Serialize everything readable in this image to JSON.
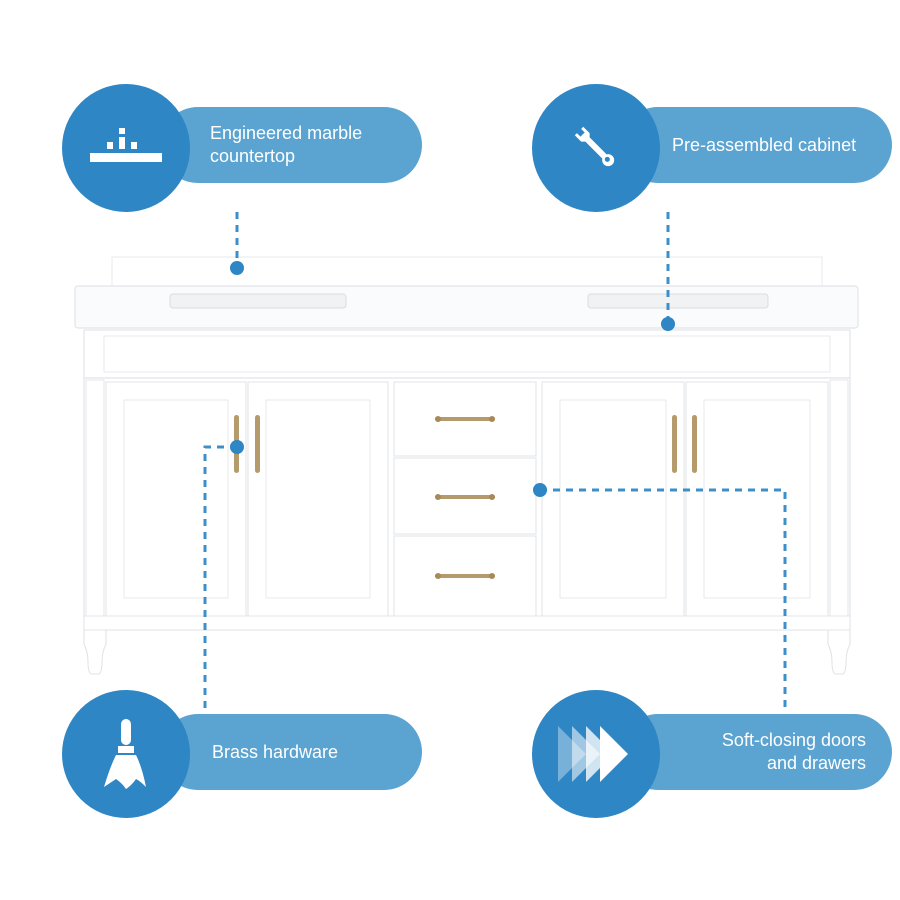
{
  "colors": {
    "pill": "#5ba3d1",
    "circle": "#2e86c4",
    "icon": "#ffffff",
    "cabinet": "#ffffff",
    "cabinet_edge": "#dfe2e6",
    "hardware": "#b59a6b",
    "leader": "#3d8fc9"
  },
  "features": [
    {
      "icon": "countertop-icon",
      "lines": [
        "Engineered marble",
        "countertop"
      ]
    },
    {
      "icon": "wrench-icon",
      "lines": [
        "Pre-assembled cabinet"
      ]
    },
    {
      "icon": "paintbrush-icon",
      "lines": [
        "Brass hardware"
      ]
    },
    {
      "icon": "fast-forward-icon",
      "lines": [
        "Soft-closing doors",
        "and drawers"
      ]
    }
  ]
}
